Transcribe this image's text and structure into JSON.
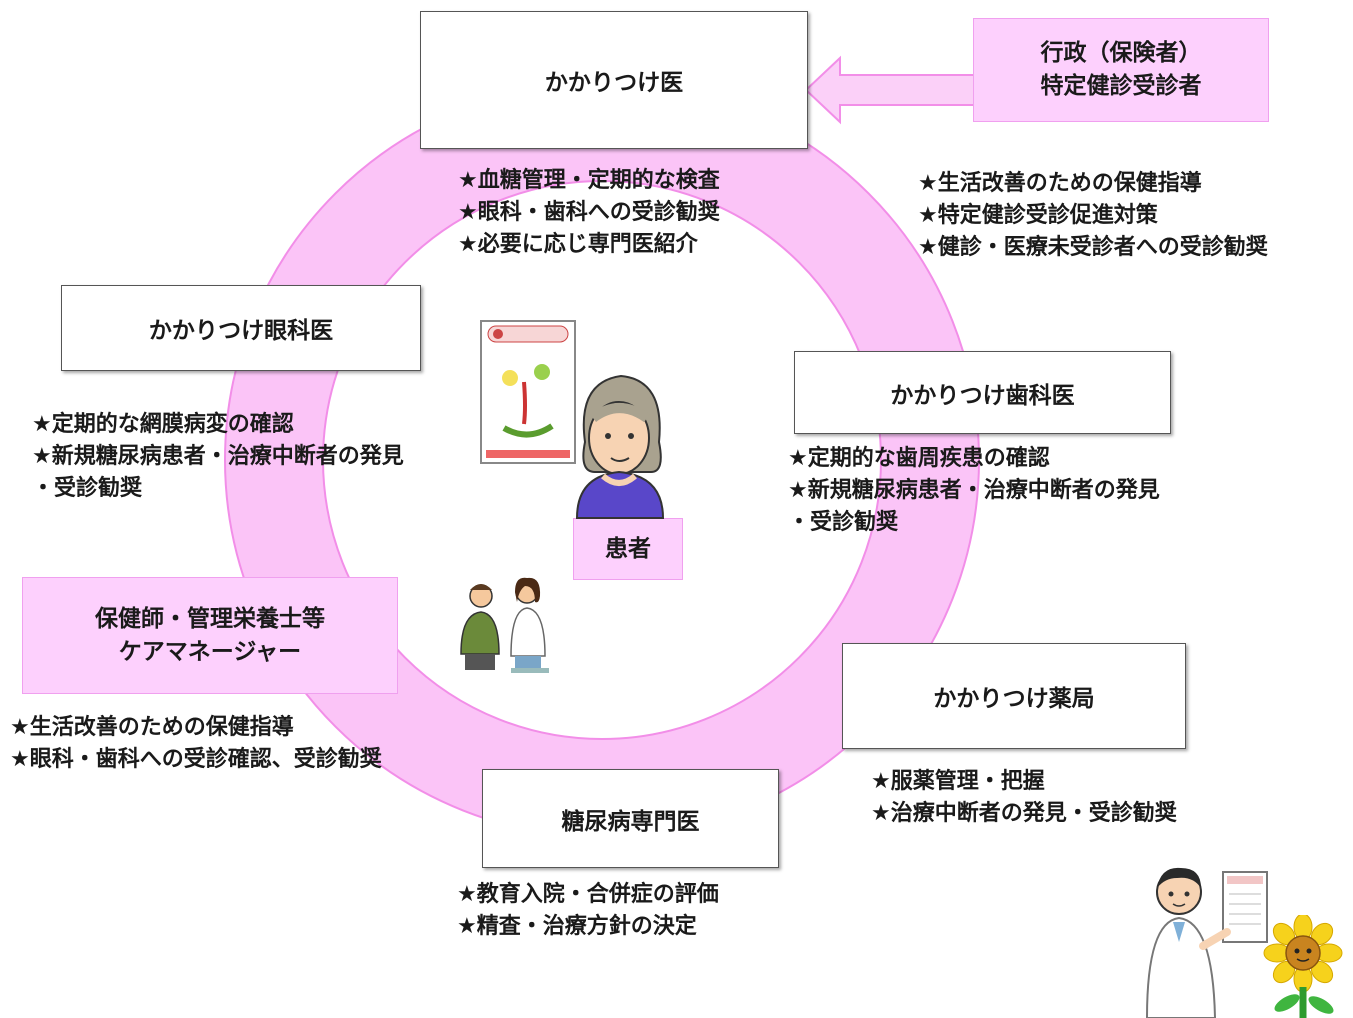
{
  "nodes": {
    "kakaritsuke_doctor": {
      "label": "かかりつけ医"
    },
    "gyosei": {
      "line1": "行政（保険者）",
      "line2": "特定健診受診者"
    },
    "eye_doctor": {
      "label": "かかりつけ眼科医"
    },
    "dentist": {
      "label": "かかりつけ歯科医"
    },
    "patient": {
      "label": "患者"
    },
    "public_health": {
      "line1": "保健師・管理栄養士等",
      "line2": "ケアマネージャー"
    },
    "pharmacy": {
      "label": "かかりつけ薬局"
    },
    "diabetes_specialist": {
      "label": "糖尿病専門医"
    }
  },
  "notes": {
    "kakaritsuke_doctor": [
      "★血糖管理・定期的な検査",
      "★眼科・歯科への受診勧奨",
      "★必要に応じ専門医紹介"
    ],
    "gyosei": [
      "★生活改善のための保健指導",
      "★特定健診受診促進対策",
      "★健診・医療未受診者への受診勧奨"
    ],
    "eye_doctor": [
      "★定期的な網膜病変の確認",
      "★新規糖尿病患者・治療中断者の発見",
      "・受診勧奨"
    ],
    "dentist": [
      "★定期的な歯周疾患の確認",
      "★新規糖尿病患者・治療中断者の発見",
      "・受診勧奨"
    ],
    "public_health": [
      "★生活改善のための保健指導",
      "★眼科・歯科への受診確認、受診勧奨"
    ],
    "pharmacy": [
      "★服薬管理・把握",
      "★治療中断者の発見・受診勧奨"
    ],
    "diabetes_specialist": [
      "★教育入院・合併症の評価",
      "★精査・治療方針の決定"
    ]
  },
  "colors": {
    "ring": "#fbc4f7",
    "ring_edge": "#f28ee8",
    "pink_box": "#fdd0fd",
    "arrow": "#fbd0f8"
  },
  "icons": [
    "diabetes-notebook-icon",
    "elderly-patient-icon",
    "consultation-icon",
    "doctor-with-chart-icon",
    "sunflower-mascot-icon"
  ]
}
